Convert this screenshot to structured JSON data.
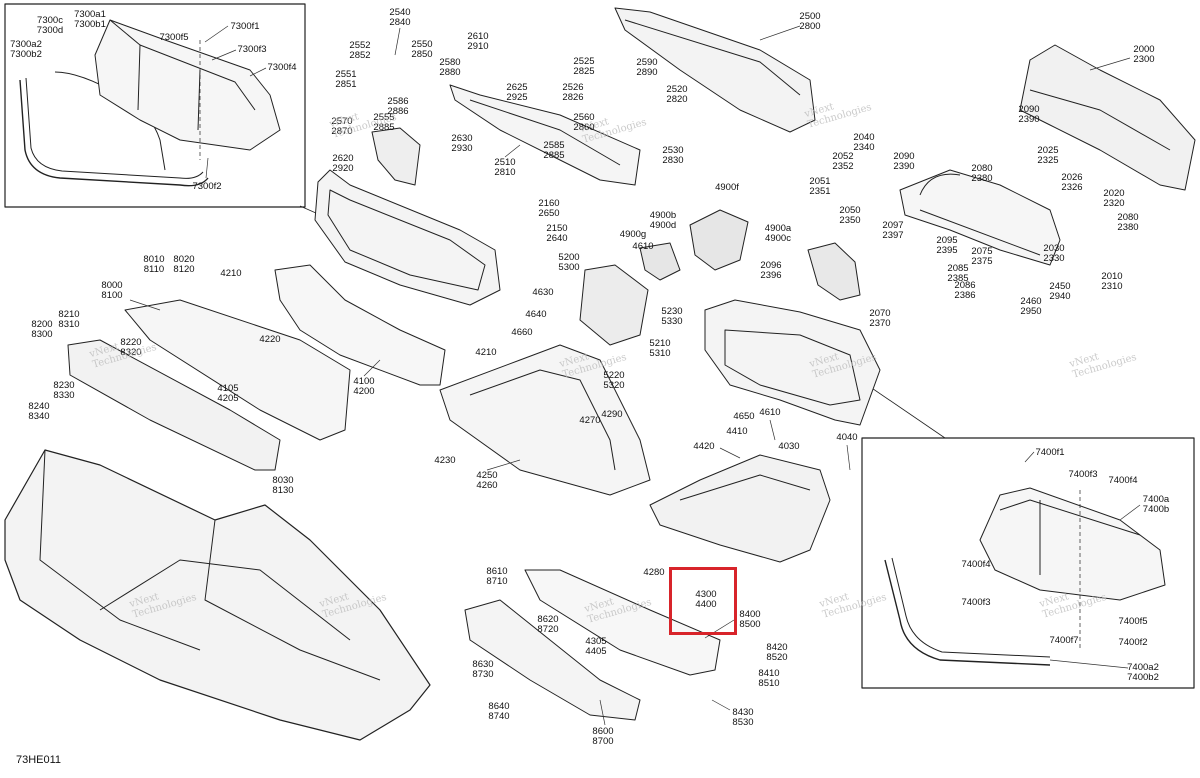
{
  "diagram": {
    "code": "73HE011",
    "watermark": [
      "vNext",
      "Technologies"
    ],
    "highlight": {
      "line1": "4300",
      "line2": "4400"
    },
    "labels": [
      {
        "id": "7300c",
        "lines": [
          "7300c",
          "7300d"
        ]
      },
      {
        "id": "7300a1",
        "lines": [
          "7300a1",
          "7300b1"
        ]
      },
      {
        "id": "7300f1",
        "lines": [
          "7300f1"
        ]
      },
      {
        "id": "7300f5",
        "lines": [
          "7300f5"
        ]
      },
      {
        "id": "7300f3",
        "lines": [
          "7300f3"
        ]
      },
      {
        "id": "7300a2",
        "lines": [
          "7300a2",
          "7300b2"
        ]
      },
      {
        "id": "7300f4",
        "lines": [
          "7300f4"
        ]
      },
      {
        "id": "7300f2",
        "lines": [
          "7300f2"
        ]
      },
      {
        "id": "2540",
        "lines": [
          "2540",
          "2840"
        ]
      },
      {
        "id": "2552",
        "lines": [
          "2552",
          "2852"
        ]
      },
      {
        "id": "2550",
        "lines": [
          "2550",
          "2850"
        ]
      },
      {
        "id": "2551",
        "lines": [
          "2551",
          "2851"
        ]
      },
      {
        "id": "2586",
        "lines": [
          "2586",
          "2886"
        ]
      },
      {
        "id": "2555",
        "lines": [
          "2555",
          "2885"
        ]
      },
      {
        "id": "2570",
        "lines": [
          "2570",
          "2870"
        ]
      },
      {
        "id": "2620",
        "lines": [
          "2620",
          "2920"
        ]
      },
      {
        "id": "2610",
        "lines": [
          "2610",
          "2910"
        ]
      },
      {
        "id": "2580",
        "lines": [
          "2580",
          "2880"
        ]
      },
      {
        "id": "2625",
        "lines": [
          "2625",
          "2925"
        ]
      },
      {
        "id": "2630",
        "lines": [
          "2630",
          "2930"
        ]
      },
      {
        "id": "2510",
        "lines": [
          "2510",
          "2810"
        ]
      },
      {
        "id": "2585",
        "lines": [
          "2585",
          "2885"
        ]
      },
      {
        "id": "2560",
        "lines": [
          "2560",
          "2860"
        ]
      },
      {
        "id": "2525",
        "lines": [
          "2525",
          "2825"
        ]
      },
      {
        "id": "2526",
        "lines": [
          "2526",
          "2826"
        ]
      },
      {
        "id": "2590",
        "lines": [
          "2590",
          "2890"
        ]
      },
      {
        "id": "2520",
        "lines": [
          "2520",
          "2820"
        ]
      },
      {
        "id": "2530",
        "lines": [
          "2530",
          "2830"
        ]
      },
      {
        "id": "2500",
        "lines": [
          "2500",
          "2800"
        ]
      },
      {
        "id": "2000",
        "lines": [
          "2000",
          "2300"
        ]
      },
      {
        "id": "2090a",
        "lines": [
          "2090",
          "2390"
        ]
      },
      {
        "id": "2040",
        "lines": [
          "2040",
          "2340"
        ]
      },
      {
        "id": "2052",
        "lines": [
          "2052",
          "2352"
        ]
      },
      {
        "id": "2090b",
        "lines": [
          "2090",
          "2390"
        ]
      },
      {
        "id": "2025",
        "lines": [
          "2025",
          "2325"
        ]
      },
      {
        "id": "2080a",
        "lines": [
          "2080",
          "2380"
        ]
      },
      {
        "id": "2026",
        "lines": [
          "2026",
          "2326"
        ]
      },
      {
        "id": "2051",
        "lines": [
          "2051",
          "2351"
        ]
      },
      {
        "id": "2050",
        "lines": [
          "2050",
          "2350"
        ]
      },
      {
        "id": "2020",
        "lines": [
          "2020",
          "2320"
        ]
      },
      {
        "id": "2080b",
        "lines": [
          "2080",
          "2380"
        ]
      },
      {
        "id": "2097",
        "lines": [
          "2097",
          "2397"
        ]
      },
      {
        "id": "2095",
        "lines": [
          "2095",
          "2395"
        ]
      },
      {
        "id": "2075",
        "lines": [
          "2075",
          "2375"
        ]
      },
      {
        "id": "2030",
        "lines": [
          "2030",
          "2330"
        ]
      },
      {
        "id": "2096",
        "lines": [
          "2096",
          "2396"
        ]
      },
      {
        "id": "2085",
        "lines": [
          "2085",
          "2385"
        ]
      },
      {
        "id": "2010",
        "lines": [
          "2010",
          "2310"
        ]
      },
      {
        "id": "2086",
        "lines": [
          "2086",
          "2386"
        ]
      },
      {
        "id": "2450",
        "lines": [
          "2450",
          "2940"
        ]
      },
      {
        "id": "2460",
        "lines": [
          "2460",
          "2950"
        ]
      },
      {
        "id": "2070",
        "lines": [
          "2070",
          "2370"
        ]
      },
      {
        "id": "2160",
        "lines": [
          "2160",
          "2650"
        ]
      },
      {
        "id": "2150",
        "lines": [
          "2150",
          "2640"
        ]
      },
      {
        "id": "4900f",
        "lines": [
          "4900f"
        ]
      },
      {
        "id": "4900b",
        "lines": [
          "4900b",
          "4900d"
        ]
      },
      {
        "id": "4900a",
        "lines": [
          "4900a",
          "4900c"
        ]
      },
      {
        "id": "4900g",
        "lines": [
          "4900g"
        ]
      },
      {
        "id": "4610a",
        "lines": [
          "4610"
        ]
      },
      {
        "id": "5200",
        "lines": [
          "5200",
          "5300"
        ]
      },
      {
        "id": "4630",
        "lines": [
          "4630"
        ]
      },
      {
        "id": "4640",
        "lines": [
          "4640"
        ]
      },
      {
        "id": "4660",
        "lines": [
          "4660"
        ]
      },
      {
        "id": "5230",
        "lines": [
          "5230",
          "5330"
        ]
      },
      {
        "id": "5210",
        "lines": [
          "5210",
          "5310"
        ]
      },
      {
        "id": "5220",
        "lines": [
          "5220",
          "5320"
        ]
      },
      {
        "id": "4270",
        "lines": [
          "4270"
        ]
      },
      {
        "id": "4290",
        "lines": [
          "4290"
        ]
      },
      {
        "id": "4210a",
        "lines": [
          "4210"
        ]
      },
      {
        "id": "4220",
        "lines": [
          "4220"
        ]
      },
      {
        "id": "4210b",
        "lines": [
          "4210"
        ]
      },
      {
        "id": "4100",
        "lines": [
          "4100",
          "4200"
        ]
      },
      {
        "id": "4230",
        "lines": [
          "4230"
        ]
      },
      {
        "id": "4250",
        "lines": [
          "4250",
          "4260"
        ]
      },
      {
        "id": "8000",
        "lines": [
          "8000",
          "8100"
        ]
      },
      {
        "id": "8010",
        "lines": [
          "8010",
          "8110"
        ]
      },
      {
        "id": "8020",
        "lines": [
          "8020",
          "8120"
        ]
      },
      {
        "id": "8210",
        "lines": [
          "8210",
          "8310"
        ]
      },
      {
        "id": "8200",
        "lines": [
          "8200",
          "8300"
        ]
      },
      {
        "id": "8220",
        "lines": [
          "8220",
          "8320"
        ]
      },
      {
        "id": "4105",
        "lines": [
          "4105",
          "4205"
        ]
      },
      {
        "id": "8230",
        "lines": [
          "8230",
          "8330"
        ]
      },
      {
        "id": "8240",
        "lines": [
          "8240",
          "8340"
        ]
      },
      {
        "id": "8030",
        "lines": [
          "8030",
          "8130"
        ]
      },
      {
        "id": "4650",
        "lines": [
          "4650"
        ]
      },
      {
        "id": "4610b",
        "lines": [
          "4610"
        ]
      },
      {
        "id": "4410",
        "lines": [
          "4410"
        ]
      },
      {
        "id": "4030",
        "lines": [
          "4030"
        ]
      },
      {
        "id": "4040",
        "lines": [
          "4040"
        ]
      },
      {
        "id": "4420",
        "lines": [
          "4420"
        ]
      },
      {
        "id": "4280",
        "lines": [
          "4280"
        ]
      },
      {
        "id": "8610",
        "lines": [
          "8610",
          "8710"
        ]
      },
      {
        "id": "8620",
        "lines": [
          "8620",
          "8720"
        ]
      },
      {
        "id": "4305",
        "lines": [
          "4305",
          "4405"
        ]
      },
      {
        "id": "8630",
        "lines": [
          "8630",
          "8730"
        ]
      },
      {
        "id": "8640",
        "lines": [
          "8640",
          "8740"
        ]
      },
      {
        "id": "8600",
        "lines": [
          "8600",
          "8700"
        ]
      },
      {
        "id": "8400",
        "lines": [
          "8400",
          "8500"
        ]
      },
      {
        "id": "8420",
        "lines": [
          "8420",
          "8520"
        ]
      },
      {
        "id": "8410",
        "lines": [
          "8410",
          "8510"
        ]
      },
      {
        "id": "8430",
        "lines": [
          "8430",
          "8530"
        ]
      },
      {
        "id": "7400f1",
        "lines": [
          "7400f1"
        ]
      },
      {
        "id": "7400f3",
        "lines": [
          "7400f3"
        ]
      },
      {
        "id": "7400f4a",
        "lines": [
          "7400f4"
        ]
      },
      {
        "id": "7400a",
        "lines": [
          "7400a",
          "7400b"
        ]
      },
      {
        "id": "7400f4b",
        "lines": [
          "7400f4"
        ]
      },
      {
        "id": "7400f3b",
        "lines": [
          "7400f3"
        ]
      },
      {
        "id": "7400f5",
        "lines": [
          "7400f5"
        ]
      },
      {
        "id": "7400f7",
        "lines": [
          "7400f7"
        ]
      },
      {
        "id": "7400f2",
        "lines": [
          "7400f2"
        ]
      },
      {
        "id": "7400a2",
        "lines": [
          "7400a2",
          "7400b2"
        ]
      }
    ]
  }
}
